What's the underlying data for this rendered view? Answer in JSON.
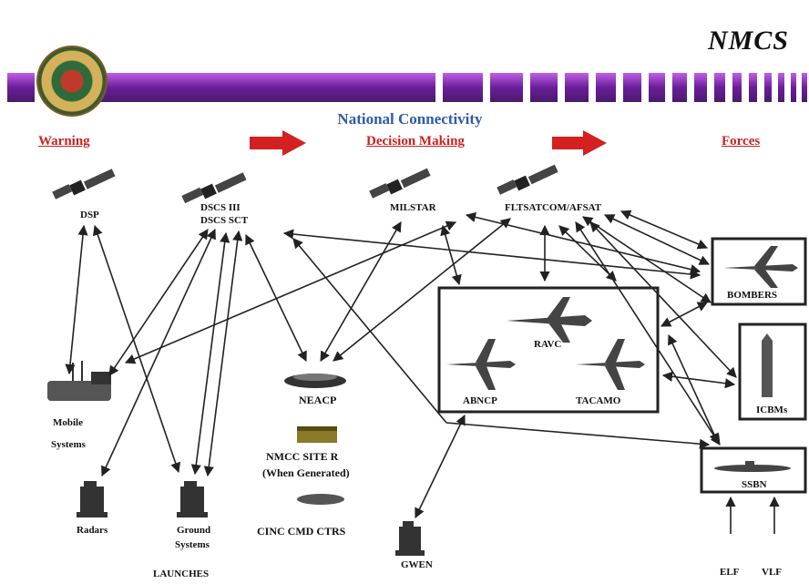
{
  "title": "NMCS",
  "subtitle": "National Connectivity",
  "phases": {
    "warning": "Warning",
    "decision": "Decision Making",
    "forces": "Forces"
  },
  "satellites": {
    "dsp": "DSP",
    "dscs": "DSCS III",
    "dscs_sub": "DSCS SCT",
    "milstar": "MILSTAR",
    "fltsat": "FLTSATCOM/AFSAT"
  },
  "nodes": {
    "mobile": "Mobile",
    "mobile_sub": "Systems",
    "radars": "Radars",
    "ground": "Ground",
    "ground_sub": "Systems",
    "ground_caption": "LAUNCHES",
    "neacp": "NEACP",
    "nmcc": "NMCC SITE R",
    "nmcc_sub": "(When Generated)",
    "cinc": "CINC CMD CTRS",
    "gwen": "GWEN",
    "abncp": "ABNCP",
    "tacamo": "TACAMO",
    "ravc": "RAVC",
    "bombers": "BOMBERS",
    "icbms": "ICBMs",
    "ssbn": "SSBN",
    "elf": "ELF",
    "vlf": "VLF"
  },
  "colors": {
    "banner_dark": "#4a1a6b",
    "banner_light": "#c060e8",
    "arrow_red": "#d42020",
    "subtitle_blue": "#2f5aa8"
  }
}
